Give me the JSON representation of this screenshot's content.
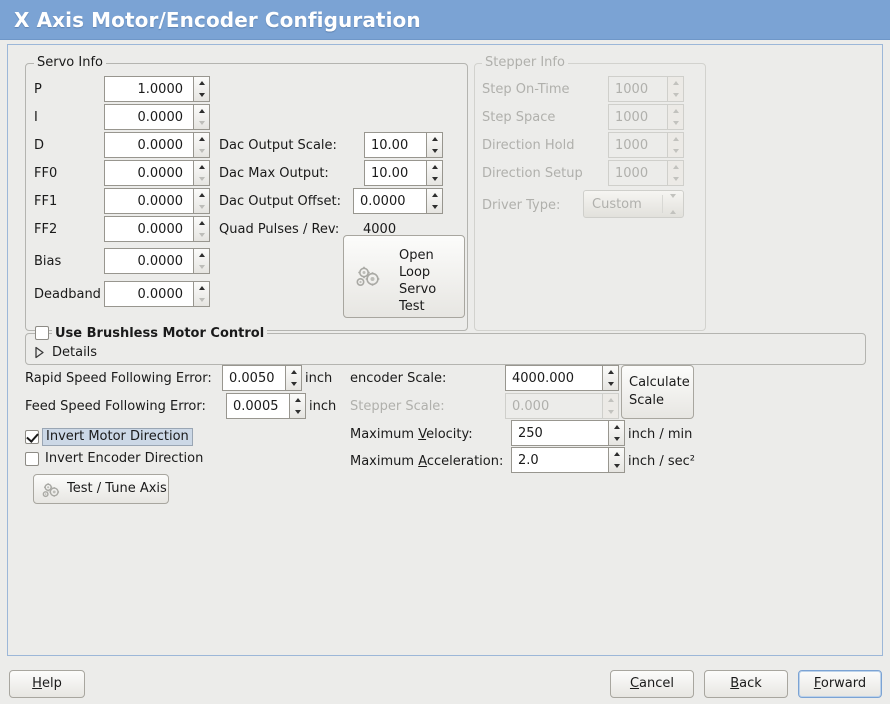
{
  "window": {
    "title": "X Axis Motor/Encoder Configuration",
    "title_bar_color": "#7ba3d4",
    "background_color": "#ececea"
  },
  "servo_info": {
    "legend": "Servo Info",
    "rows": [
      {
        "label": "P",
        "value": "1.0000"
      },
      {
        "label": "I",
        "value": "0.0000"
      },
      {
        "label": "D",
        "value": "0.0000"
      },
      {
        "label": "FF0",
        "value": "0.0000"
      },
      {
        "label": "FF1",
        "value": "0.0000"
      },
      {
        "label": "FF2",
        "value": "0.0000"
      },
      {
        "label": "Bias",
        "value": "0.0000"
      },
      {
        "label": "Deadband",
        "value": "0.0000"
      }
    ],
    "dac": [
      {
        "label": "Dac Output Scale:",
        "value": "10.00"
      },
      {
        "label": "Dac Max Output:",
        "value": "10.00"
      },
      {
        "label": "Dac Output Offset:",
        "value": "0.0000"
      }
    ],
    "quad_pulses_label": "Quad Pulses / Rev:",
    "quad_pulses_value": "4000",
    "open_loop_button": "Open\nLoop\nServo\nTest",
    "open_loop_lines": [
      "Open",
      "Loop",
      "Servo",
      "Test"
    ],
    "open_loop_icon": "gears-icon"
  },
  "stepper_info": {
    "legend": "Stepper Info",
    "enabled": false,
    "rows": [
      {
        "label": "Step On-Time",
        "value": "1000"
      },
      {
        "label": "Step Space",
        "value": "1000"
      },
      {
        "label": "Direction Hold",
        "value": "1000"
      },
      {
        "label": "Direction Setup",
        "value": "1000"
      }
    ],
    "driver_type_label": "Driver Type:",
    "driver_type_value": "Custom"
  },
  "brushless": {
    "checkbox_label": "Use Brushless Motor Control",
    "checked": false,
    "details_label": "Details",
    "details_expanded": false
  },
  "tuning": {
    "rapid_error_label": "Rapid Speed Following Error:",
    "rapid_error_value": "0.0050",
    "rapid_error_unit": "inch",
    "feed_error_label": "Feed Speed Following Error:",
    "feed_error_value": "0.0005",
    "feed_error_unit": "inch",
    "invert_motor_label": "Invert Motor Direction",
    "invert_motor_checked": true,
    "invert_motor_focused": true,
    "invert_encoder_label": "Invert Encoder Direction",
    "invert_encoder_checked": false,
    "test_tune_button": "Test / Tune Axis",
    "test_tune_icon": "gears-icon"
  },
  "scales": {
    "encoder_scale_label": "encoder Scale:",
    "encoder_scale_value": "4000.000",
    "stepper_scale_label": "Stepper Scale:",
    "stepper_scale_value": "0.000",
    "stepper_scale_enabled": false,
    "calculate_button_lines": [
      "Calculate",
      "Scale"
    ],
    "max_velocity_label_pre": "Maximum ",
    "max_velocity_label_mnemonic": "V",
    "max_velocity_label_post": "elocity:",
    "max_velocity_value": "250",
    "max_velocity_unit": "inch / min",
    "max_accel_label_pre": "Maximum ",
    "max_accel_label_mnemonic": "A",
    "max_accel_label_post": "cceleration:",
    "max_accel_value": "2.0",
    "max_accel_unit": "inch / sec²"
  },
  "footer": {
    "help": {
      "pre": "",
      "mnemonic": "H",
      "post": "elp"
    },
    "cancel": {
      "pre": "",
      "mnemonic": "C",
      "post": "ancel"
    },
    "back": {
      "pre": "",
      "mnemonic": "B",
      "post": "ack"
    },
    "forward": {
      "pre": "",
      "mnemonic": "F",
      "post": "orward",
      "focused": true
    }
  }
}
